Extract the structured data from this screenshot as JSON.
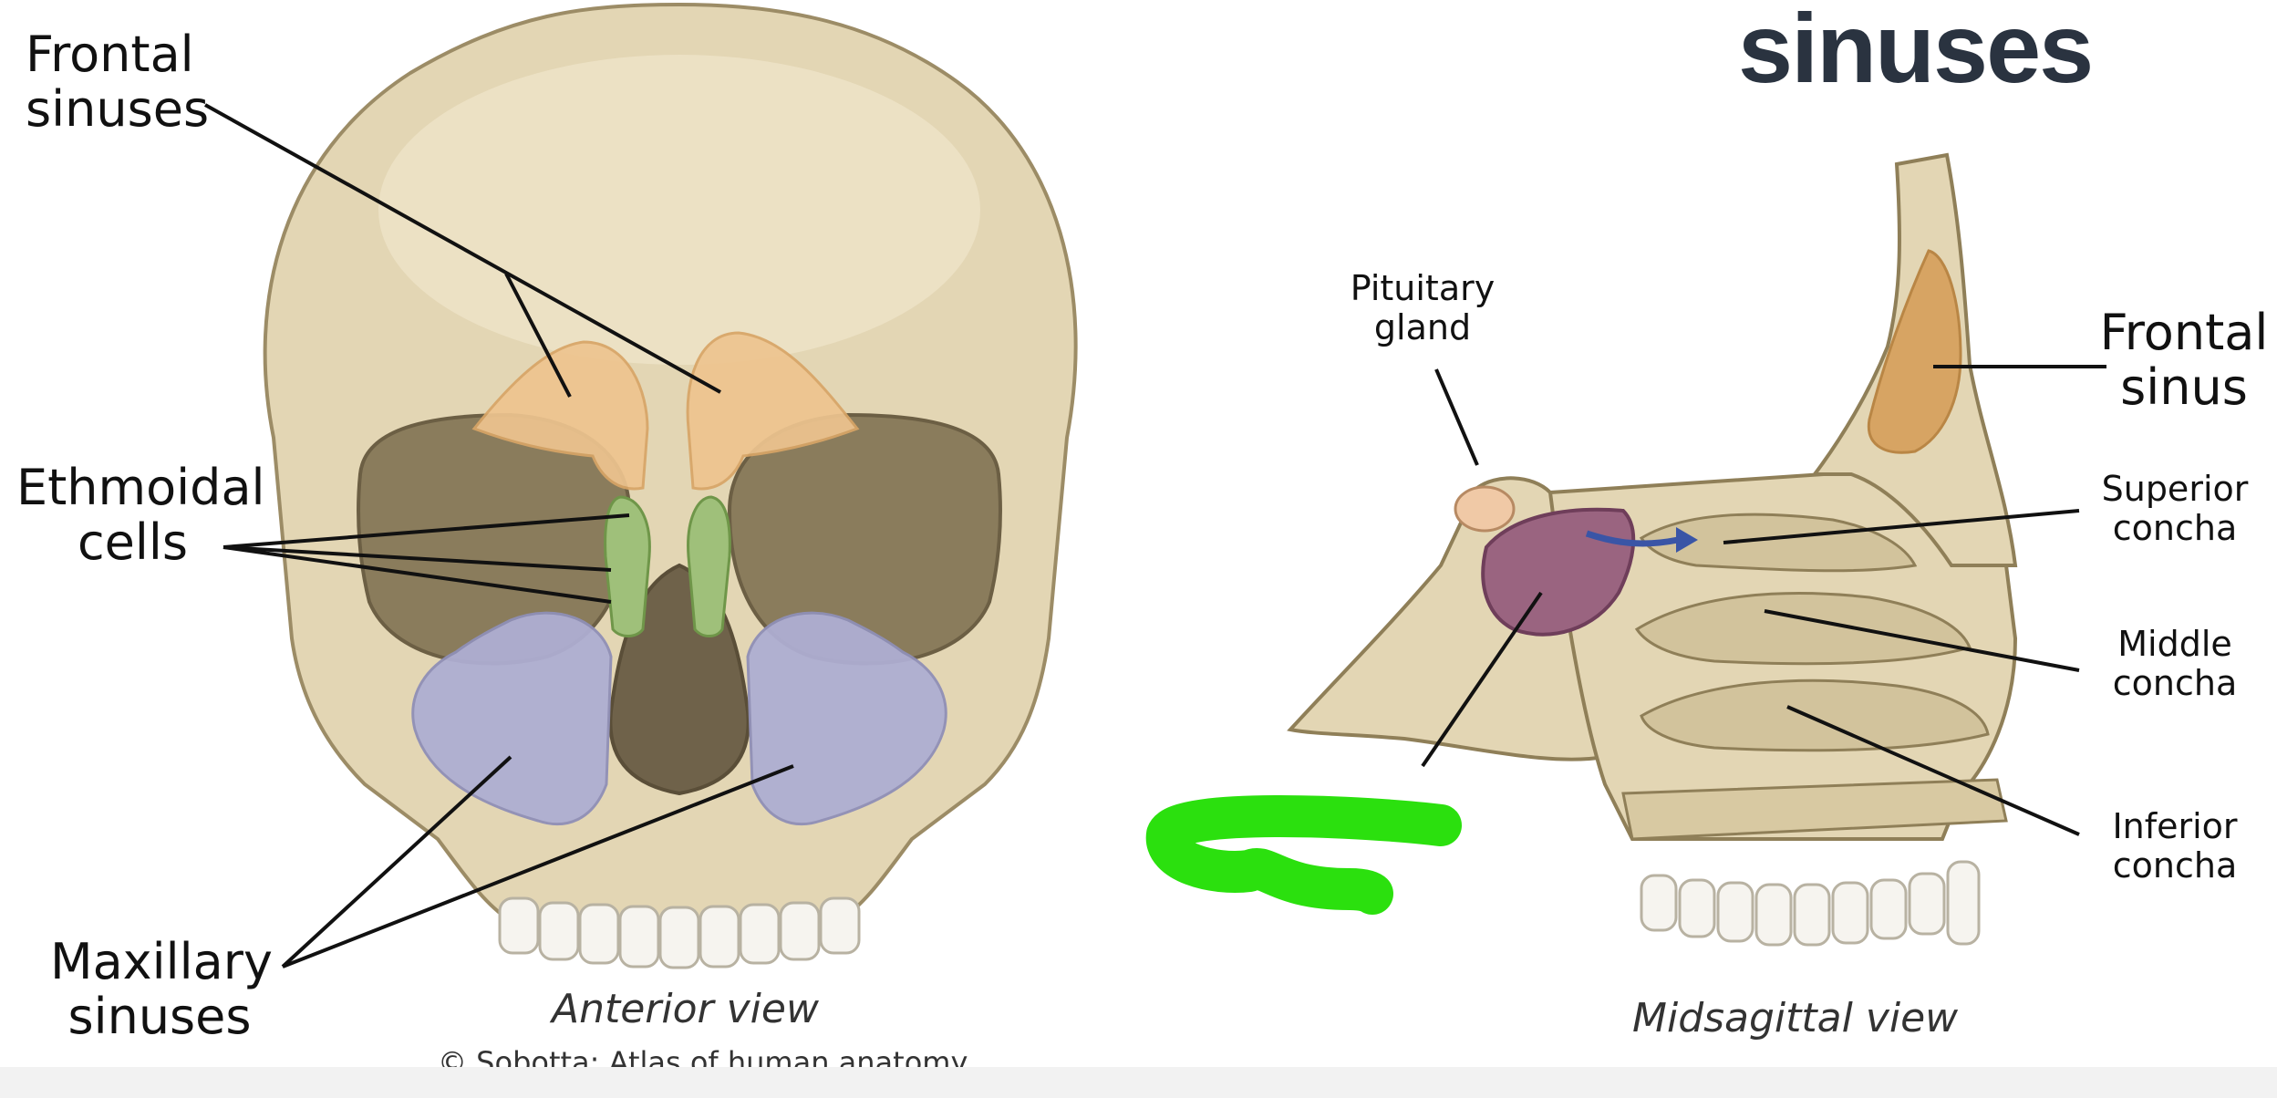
{
  "title": "sinuses",
  "anterior": {
    "frontal_l1": "Frontal",
    "frontal_l2": "sinuses",
    "ethmoidal_l1": "Ethmoidal",
    "ethmoidal_l2": "cells",
    "maxillary_l1": "Maxillary",
    "maxillary_l2": "sinuses",
    "caption": "Anterior view",
    "copyright": "© Sobotta: Atlas of human anatomy"
  },
  "midsagittal": {
    "pituitary_l1": "Pituitary",
    "pituitary_l2": "gland",
    "frontal_l1": "Frontal",
    "frontal_l2": "sinus",
    "superior_l1": "Superior",
    "superior_l2": "concha",
    "middle_l1": "Middle",
    "middle_l2": "concha",
    "inferior_l1": "Inferior",
    "inferior_l2": "concha",
    "caption": "Midsagittal view"
  },
  "colors": {
    "bone": "#e3d6b4",
    "bone_dark": "#c2b287",
    "frontal_sinus": "#eec48f",
    "ethmoid": "#9fc07a",
    "maxillary": "#aeaed2",
    "sphenoid": "#9a6480",
    "pituitary": "#f0c9a6",
    "annotation": "#2be00e",
    "arrow": "#3a55a6"
  }
}
